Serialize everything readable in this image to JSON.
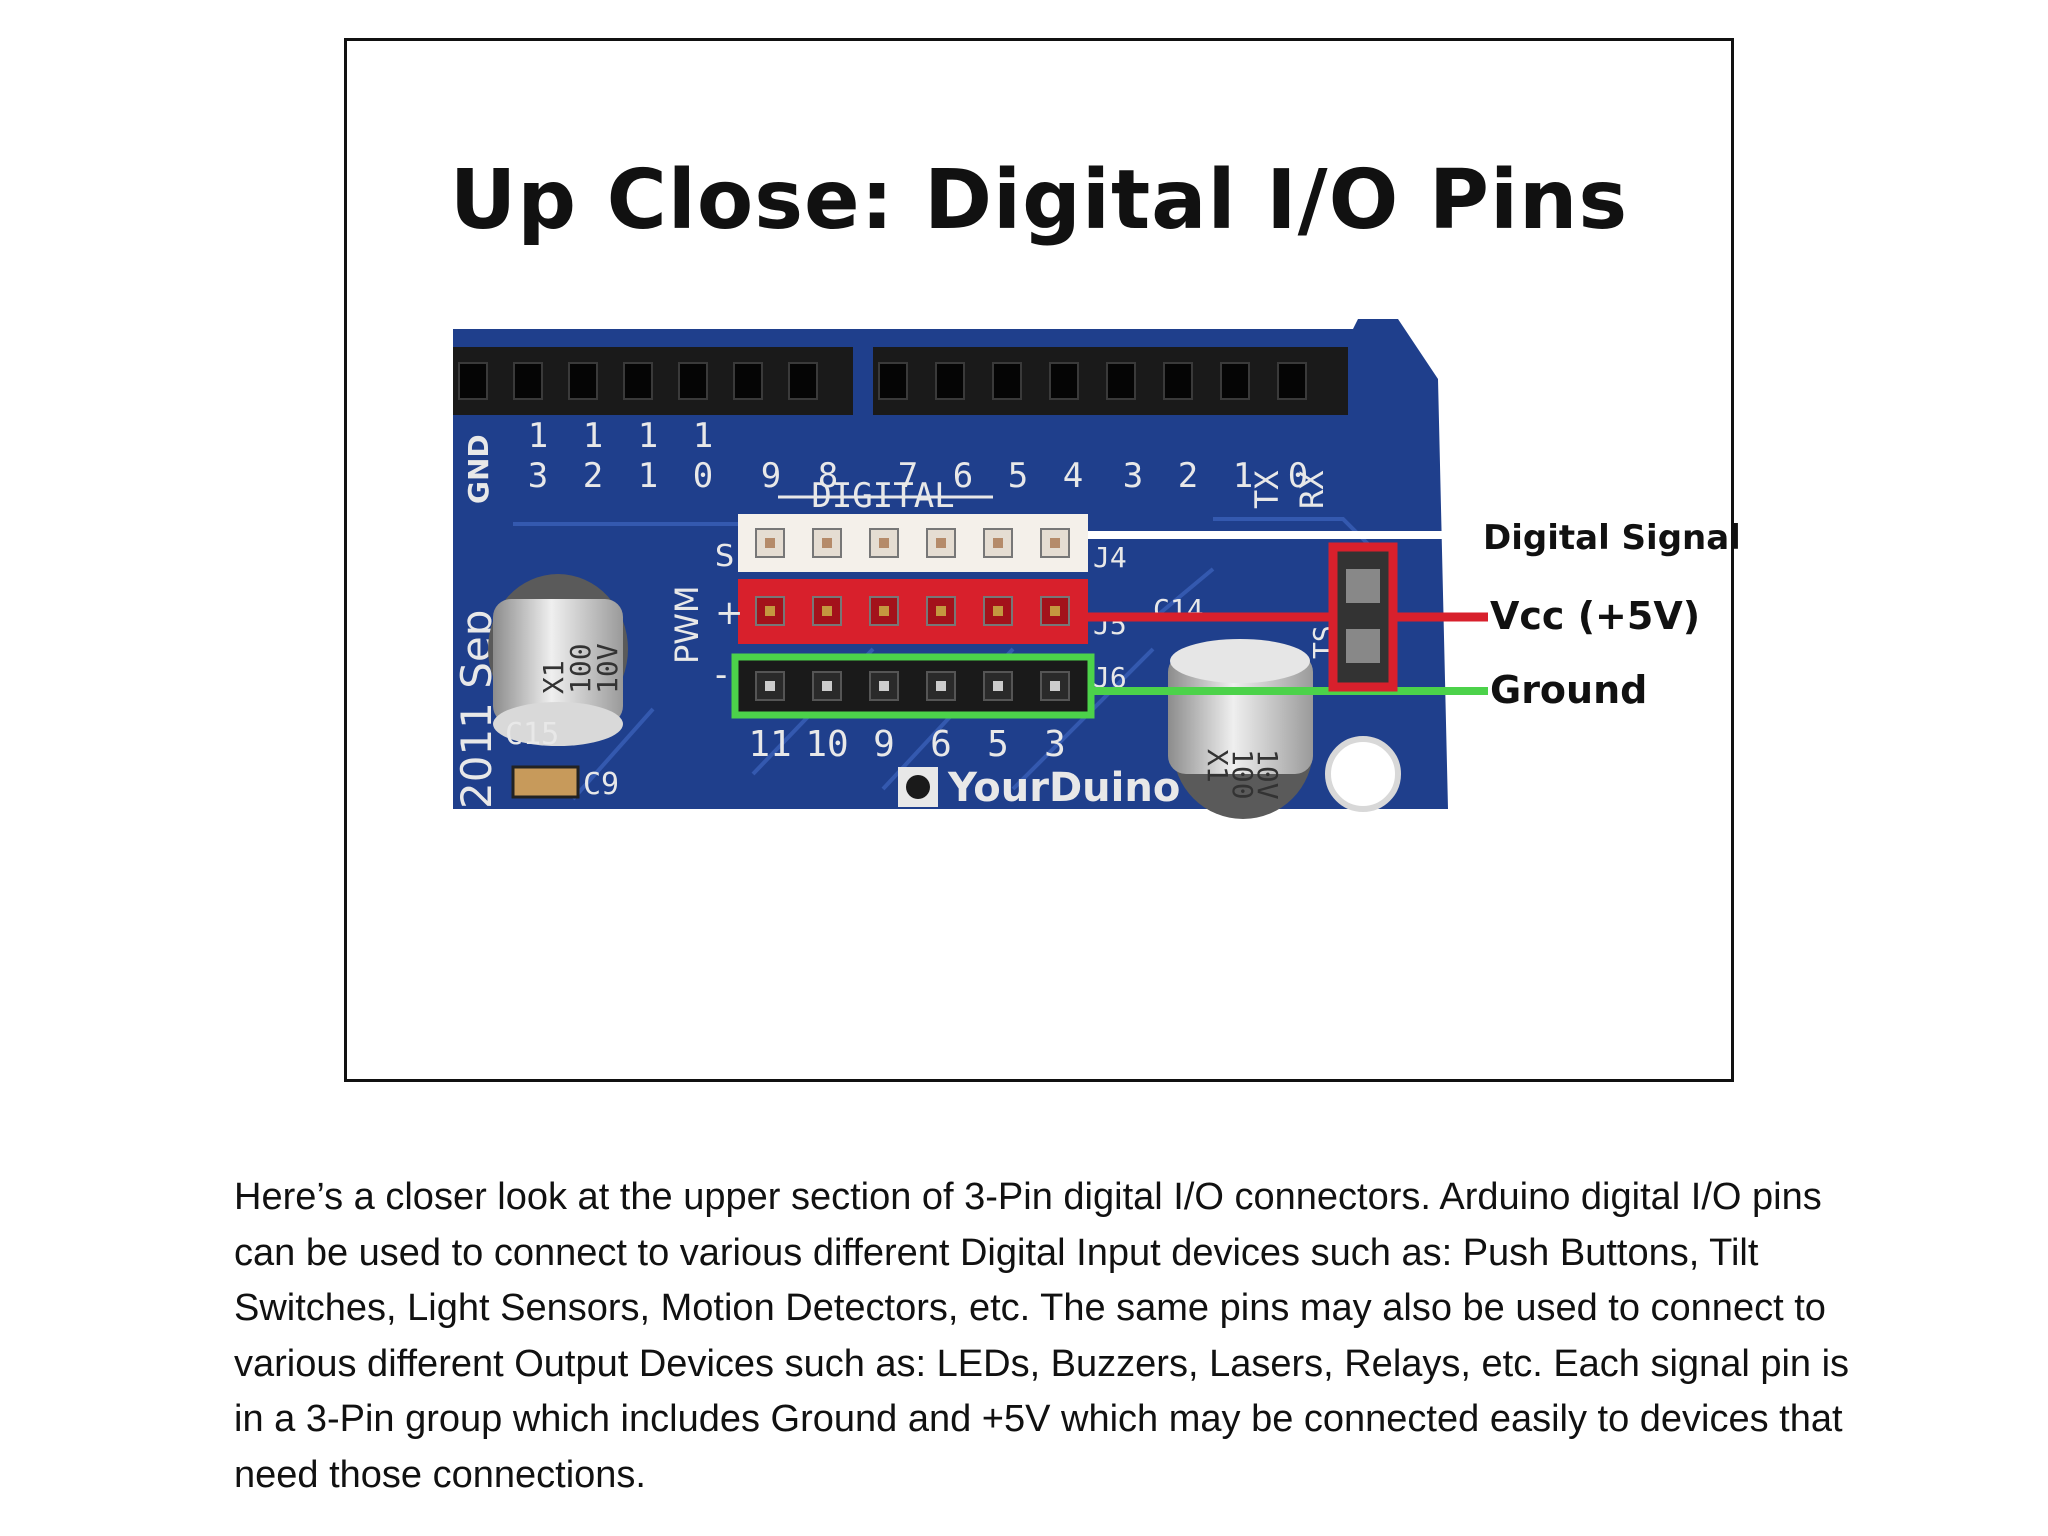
{
  "slide": {
    "title": "Up Close: Digital I/O Pins"
  },
  "board_photo": {
    "header_pin_labels": [
      "13",
      "12",
      "11",
      "10",
      "9",
      "8",
      "7",
      "6",
      "5",
      "4",
      "3",
      "2",
      "1",
      "0"
    ],
    "digital_label": "DIGITAL",
    "gnd_label": "GND",
    "tx_label": "TX",
    "rx_label": "RX",
    "pwm_label": "PWM",
    "year_label": "2011 Sep",
    "capacitor_left": [
      "X1",
      "100",
      "10V"
    ],
    "capacitor_right": [
      "X1",
      "100",
      "10V"
    ],
    "connector_pin_labels": [
      "11",
      "10",
      "9",
      "6",
      "5",
      "3"
    ],
    "brand": "YourDuino",
    "component_labels": [
      "C15",
      "C9",
      "C14",
      "J4",
      "J5",
      "J6",
      "TS"
    ],
    "callouts": [
      {
        "label": "Digital Signal",
        "color": "#ffffff"
      },
      {
        "label": "Vcc (+5V)",
        "color": "#d8202c"
      },
      {
        "label": "Ground",
        "color": "#4cd24a"
      }
    ],
    "colors": {
      "board": "#1f3f8c",
      "signal_row": "#f4f0ea",
      "vcc_row": "#d8202c",
      "ground_outline": "#4cd24a"
    }
  },
  "caption": "Here’s a closer look at the upper  section of 3-Pin digital I/O connectors. Arduino digital I/O pins can be used to connect to various different Digital Input devices such as: Push Buttons, Tilt Switches, Light Sensors, Motion Detectors, etc. The same pins may also be used to connect to various different Output Devices such as: LEDs, Buzzers, Lasers, Relays, etc. Each signal pin is in a 3-Pin group which includes Ground and +5V which may be connected easily to devices that need those connections."
}
